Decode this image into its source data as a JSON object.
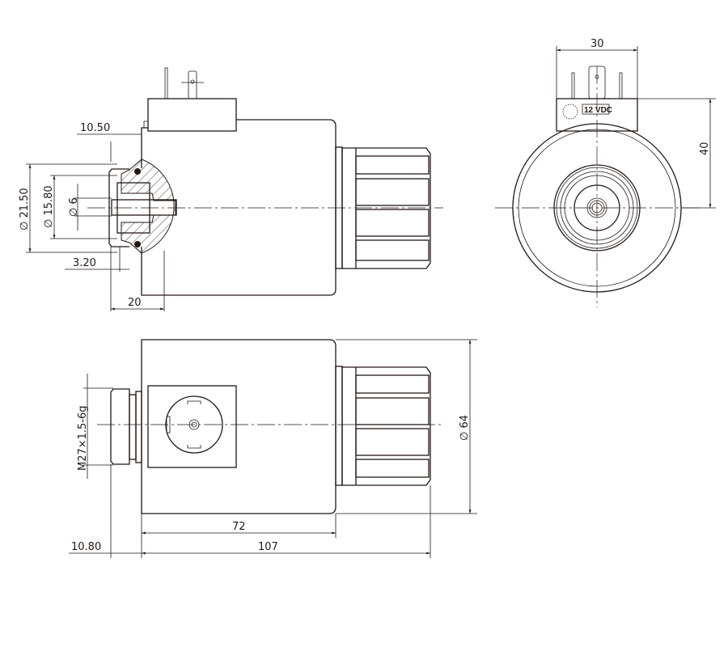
{
  "drawing": {
    "type": "solenoid coil dimension drawing",
    "voltage_label": "12 VDC",
    "side_section_view": {
      "dim_flange_offset": "10.50",
      "dim_thread_dia": "∅ 21.50",
      "dim_seat_dia": "∅ 15.80",
      "dim_bore_dia": "∅ 6",
      "dim_shoulder": "3.20",
      "dim_fitting_length": "20"
    },
    "end_view": {
      "dim_connector_width": "30",
      "dim_connector_height": "40"
    },
    "plan_view": {
      "dim_thread_spec": "M27×1.5-6g",
      "dim_body_dia": "∅ 64",
      "dim_body_length": "72",
      "dim_total_length": "107",
      "dim_fitting_offset": "10.80"
    }
  }
}
